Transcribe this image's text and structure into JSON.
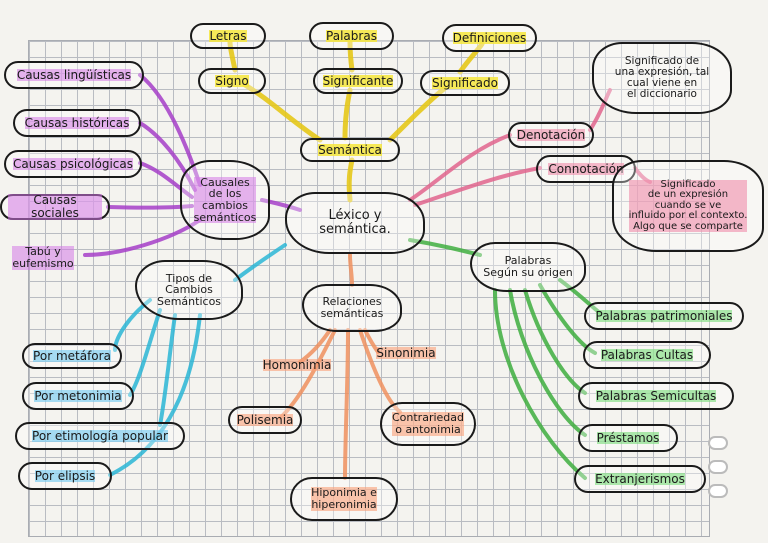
{
  "center": "Léxico y\nsemántica.",
  "semantica": {
    "title": "Semántica",
    "signo": "Signo",
    "significante": "Significante",
    "significado": "Significado",
    "letras": "Letras",
    "palabras": "Palabras",
    "definiciones": "Definiciones"
  },
  "causales": {
    "title": "Causales\nde los\ncambios\nsemánticos",
    "items": [
      "Causas lingüísticas",
      "Causas históricas",
      "Causas psicológicas",
      "Causas sociales",
      "Tabú y\neufemismo"
    ]
  },
  "tipos": {
    "title": "Tipos de\nCambios\nSemánticos",
    "items": [
      "Por metáfora",
      "Por metonimia",
      "Por etimología popular",
      "Por elipsis"
    ]
  },
  "relaciones": {
    "title": "Relaciones\nsemánticas",
    "items": [
      "Homonimia",
      "Sinonimia",
      "Polisemia",
      "Contrariedad\no antonimia",
      "Hiponimia e\nhiperonimia"
    ]
  },
  "origen": {
    "title": "Palabras\nSegún su origen",
    "items": [
      "Palabras patrimoniales",
      "Palabras Cultas",
      "Palabras Semicultas",
      "Préstamos",
      "Extranjerismos"
    ]
  },
  "denotacion": {
    "title": "Denotación",
    "note": "Significado de\nuna expresión, tal\ncual viene en\nel diccionario"
  },
  "connotacion": {
    "title": "Connotación",
    "note": "Significado\nde un expresión\ncuando se ve\ninfluido por el contexto.\nAlgo que se comparte"
  },
  "colors": {
    "yellow": "#e6c81a",
    "purple": "#a63fc9",
    "green": "#3fae3f",
    "cyan": "#2bb6d6",
    "orange": "#f0915f",
    "pink": "#e2668e"
  }
}
